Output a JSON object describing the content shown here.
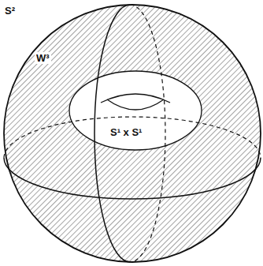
{
  "diagram": {
    "labels": [
      "S²",
      "W³",
      "S¹ x S¹"
    ]
  }
}
